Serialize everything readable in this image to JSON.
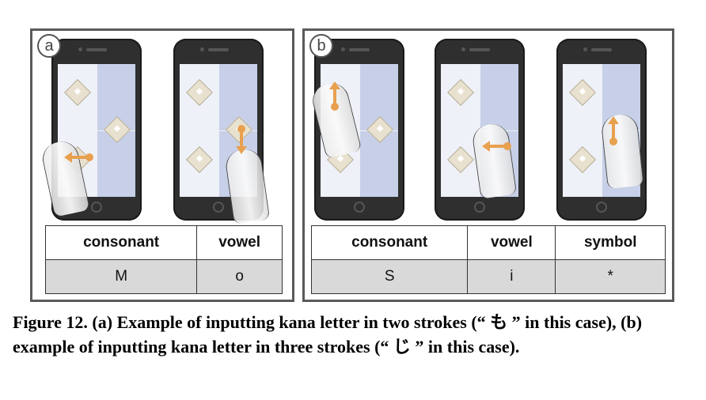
{
  "panels": {
    "a": {
      "badge": "a",
      "table": {
        "headers": [
          "consonant",
          "vowel"
        ],
        "values": [
          "M",
          "o"
        ]
      }
    },
    "b": {
      "badge": "b",
      "table": {
        "headers": [
          "consonant",
          "vowel",
          "symbol"
        ],
        "values": [
          "S",
          "i",
          "*"
        ]
      }
    }
  },
  "caption": "Figure 12. (a) Example of inputting kana letter in two strokes (“ も ” in this case), (b) example of inputting kana letter in three strokes (“ じ ” in this case).",
  "colors": {
    "stroke_arrow": "#e8a04f",
    "screen_blue": "#c7d0e8",
    "frame": "#5a5a5a"
  }
}
